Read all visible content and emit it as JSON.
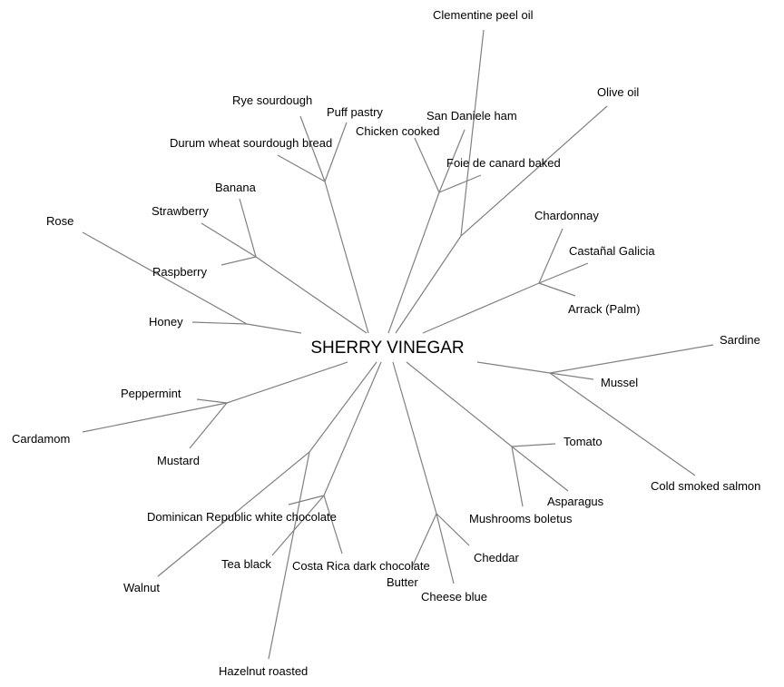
{
  "root": "SHERRY VINEGAR",
  "leaves": {
    "clementine": "Clementine peel oil",
    "olive_oil": "Olive oil",
    "rye": "Rye sourdough",
    "puff": "Puff pastry",
    "chicken": "Chicken cooked",
    "san_daniele": "San Daniele ham",
    "durum": "Durum wheat sourdough bread",
    "foie": "Foie de canard baked",
    "banana": "Banana",
    "strawberry": "Strawberry",
    "chardonnay": "Chardonnay",
    "rose": "Rose",
    "castanal": "Castañal Galicia",
    "raspberry": "Raspberry",
    "arrack": "Arrack (Palm)",
    "honey": "Honey",
    "sardine": "Sardine",
    "mussel": "Mussel",
    "peppermint": "Peppermint",
    "cardamom": "Cardamom",
    "tomato": "Tomato",
    "mustard": "Mustard",
    "cold_smoked_salmon": "Cold smoked salmon",
    "asparagus": "Asparagus",
    "dominican": "Dominican Republic white chocolate",
    "mushrooms": "Mushrooms boletus",
    "cheddar": "Cheddar",
    "costa_rica": "Costa Rica dark chocolate",
    "tea_black": "Tea black",
    "butter": "Butter",
    "walnut": "Walnut",
    "cheese_blue": "Cheese blue",
    "hazelnut": "Hazelnut roasted"
  }
}
